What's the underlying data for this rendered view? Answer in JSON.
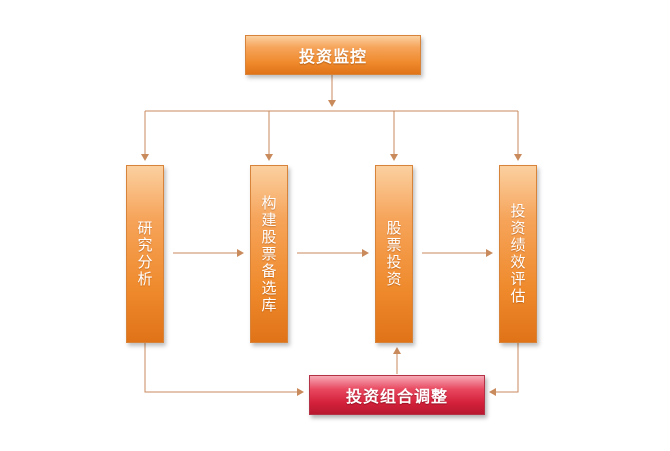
{
  "diagram": {
    "top_node": "投资监控",
    "steps": [
      "研究分析",
      "构建股票备选库",
      "股票投资",
      "投资绩效评估"
    ],
    "bottom_node": "投资组合调整"
  },
  "colors": {
    "node_orange": "#ef8a2c",
    "node_red": "#d4213b",
    "connector": "#c98a5c"
  }
}
